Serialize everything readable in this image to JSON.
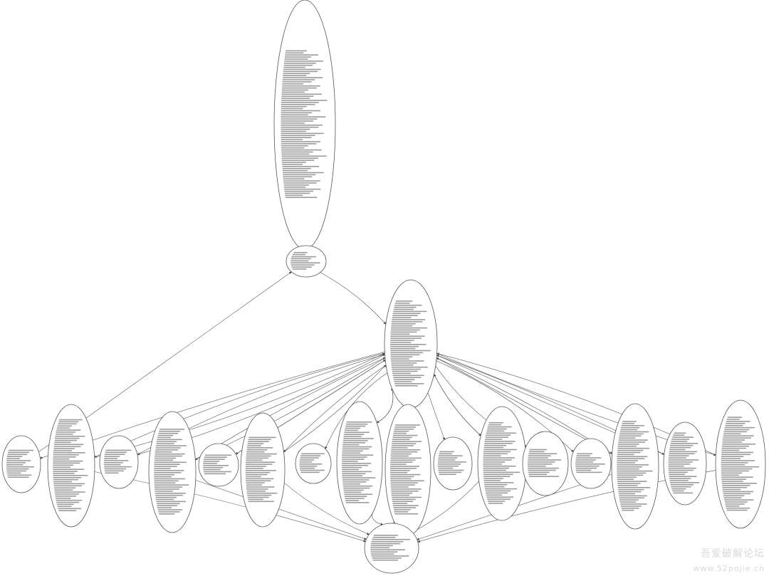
{
  "watermark": {
    "text": "吾爱破解论坛",
    "url": "www.52pojie.cn"
  },
  "graph": {
    "nodes": [
      {
        "id": "n-top",
        "label": "",
        "lines": 72
      },
      {
        "id": "n-mid",
        "label": "",
        "lines": 9
      },
      {
        "id": "n-hub",
        "label": "",
        "lines": 42
      },
      {
        "id": "n-b1",
        "label": "",
        "lines": 14
      },
      {
        "id": "n-b2",
        "label": "",
        "lines": 45
      },
      {
        "id": "n-b3",
        "label": "",
        "lines": 12
      },
      {
        "id": "n-b4",
        "label": "",
        "lines": 42
      },
      {
        "id": "n-b5",
        "label": "",
        "lines": 10
      },
      {
        "id": "n-b6",
        "label": "",
        "lines": 32
      },
      {
        "id": "n-b7",
        "label": "",
        "lines": 10
      },
      {
        "id": "n-b8",
        "label": "",
        "lines": 40
      },
      {
        "id": "n-b9",
        "label": "",
        "lines": 44
      },
      {
        "id": "n-b10",
        "label": "",
        "lines": 12
      },
      {
        "id": "n-b11",
        "label": "",
        "lines": 40
      },
      {
        "id": "n-b12",
        "label": "",
        "lines": 14
      },
      {
        "id": "n-b13",
        "label": "",
        "lines": 10
      },
      {
        "id": "n-b14",
        "label": "",
        "lines": 44
      },
      {
        "id": "n-b15",
        "label": "",
        "lines": 30
      },
      {
        "id": "n-b16",
        "label": "",
        "lines": 46
      },
      {
        "id": "n-sink",
        "label": "",
        "lines": 13
      }
    ],
    "edges": [
      {
        "from": "n-top",
        "to": "n-mid"
      },
      {
        "from": "n-mid",
        "to": "n-hub"
      },
      {
        "from": "n-b1",
        "to": "n-mid"
      },
      {
        "from": "n-hub",
        "to": "n-b1"
      },
      {
        "from": "n-hub",
        "to": "n-b2"
      },
      {
        "from": "n-hub",
        "to": "n-b3"
      },
      {
        "from": "n-hub",
        "to": "n-b4"
      },
      {
        "from": "n-hub",
        "to": "n-b5"
      },
      {
        "from": "n-hub",
        "to": "n-b6"
      },
      {
        "from": "n-hub",
        "to": "n-b7"
      },
      {
        "from": "n-hub",
        "to": "n-b8"
      },
      {
        "from": "n-hub",
        "to": "n-b9"
      },
      {
        "from": "n-hub",
        "to": "n-b10"
      },
      {
        "from": "n-hub",
        "to": "n-b11"
      },
      {
        "from": "n-hub",
        "to": "n-b12"
      },
      {
        "from": "n-hub",
        "to": "n-b13"
      },
      {
        "from": "n-hub",
        "to": "n-b14"
      },
      {
        "from": "n-hub",
        "to": "n-b15"
      },
      {
        "from": "n-hub",
        "to": "n-b16"
      },
      {
        "from": "n-b2",
        "to": "n-hub"
      },
      {
        "from": "n-b3",
        "to": "n-hub"
      },
      {
        "from": "n-b4",
        "to": "n-hub"
      },
      {
        "from": "n-b5",
        "to": "n-hub"
      },
      {
        "from": "n-b6",
        "to": "n-hub"
      },
      {
        "from": "n-b8",
        "to": "n-hub"
      },
      {
        "from": "n-b9",
        "to": "n-hub"
      },
      {
        "from": "n-b11",
        "to": "n-hub"
      },
      {
        "from": "n-b14",
        "to": "n-hub"
      },
      {
        "from": "n-b15",
        "to": "n-hub"
      },
      {
        "from": "n-b16",
        "to": "n-hub"
      },
      {
        "from": "n-hub",
        "to": "n-sink"
      },
      {
        "from": "n-b2",
        "to": "n-sink"
      },
      {
        "from": "n-b4",
        "to": "n-sink"
      },
      {
        "from": "n-b6",
        "to": "n-sink"
      },
      {
        "from": "n-b8",
        "to": "n-sink"
      },
      {
        "from": "n-b9",
        "to": "n-sink"
      },
      {
        "from": "n-b11",
        "to": "n-sink"
      },
      {
        "from": "n-b14",
        "to": "n-sink"
      },
      {
        "from": "n-b16",
        "to": "n-sink"
      },
      {
        "from": "n-sink",
        "to": "n-hub"
      }
    ]
  }
}
